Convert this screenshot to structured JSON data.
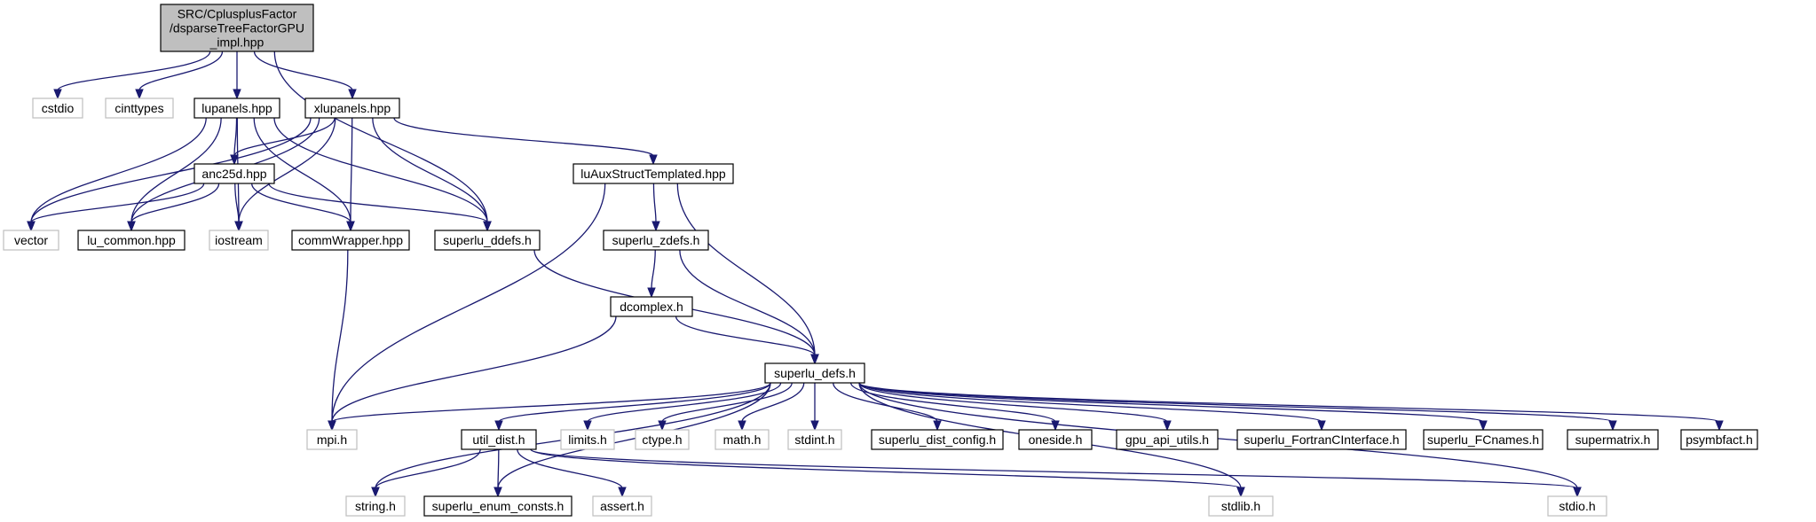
{
  "colors": {
    "edge": "#191970",
    "root_fill": "#bfbfbf",
    "node_border": "#000000",
    "system_border": "#bfbfbf"
  },
  "nodes": [
    {
      "id": "root",
      "lines": [
        "SRC/CplusplusFactor",
        "/dsparseTreeFactorGPU",
        "_impl.hpp"
      ],
      "kind": "root"
    },
    {
      "id": "cstdio",
      "lines": [
        "cstdio"
      ],
      "kind": "system"
    },
    {
      "id": "cinttypes",
      "lines": [
        "cinttypes"
      ],
      "kind": "system"
    },
    {
      "id": "lupanels",
      "lines": [
        "lupanels.hpp"
      ],
      "kind": "file"
    },
    {
      "id": "xlupanels",
      "lines": [
        "xlupanels.hpp"
      ],
      "kind": "file"
    },
    {
      "id": "luaux",
      "lines": [
        "luAuxStructTemplated.hpp"
      ],
      "kind": "file"
    },
    {
      "id": "anc25d",
      "lines": [
        "anc25d.hpp"
      ],
      "kind": "file"
    },
    {
      "id": "vector",
      "lines": [
        "vector"
      ],
      "kind": "system"
    },
    {
      "id": "lu_common",
      "lines": [
        "lu_common.hpp"
      ],
      "kind": "file"
    },
    {
      "id": "iostream",
      "lines": [
        "iostream"
      ],
      "kind": "system"
    },
    {
      "id": "commwrapper",
      "lines": [
        "commWrapper.hpp"
      ],
      "kind": "file"
    },
    {
      "id": "superlu_ddefs",
      "lines": [
        "superlu_ddefs.h"
      ],
      "kind": "file"
    },
    {
      "id": "superlu_zdefs",
      "lines": [
        "superlu_zdefs.h"
      ],
      "kind": "file"
    },
    {
      "id": "dcomplex",
      "lines": [
        "dcomplex.h"
      ],
      "kind": "file"
    },
    {
      "id": "superlu_defs",
      "lines": [
        "superlu_defs.h"
      ],
      "kind": "file"
    },
    {
      "id": "mpi",
      "lines": [
        "mpi.h"
      ],
      "kind": "system"
    },
    {
      "id": "limits",
      "lines": [
        "limits.h"
      ],
      "kind": "system"
    },
    {
      "id": "ctype",
      "lines": [
        "ctype.h"
      ],
      "kind": "system"
    },
    {
      "id": "math",
      "lines": [
        "math.h"
      ],
      "kind": "system"
    },
    {
      "id": "stdint",
      "lines": [
        "stdint.h"
      ],
      "kind": "system"
    },
    {
      "id": "dist_config",
      "lines": [
        "superlu_dist_config.h"
      ],
      "kind": "file"
    },
    {
      "id": "oneside",
      "lines": [
        "oneside.h"
      ],
      "kind": "file"
    },
    {
      "id": "gpu_api",
      "lines": [
        "gpu_api_utils.h"
      ],
      "kind": "file"
    },
    {
      "id": "fortran",
      "lines": [
        "superlu_FortranCInterface.h"
      ],
      "kind": "file"
    },
    {
      "id": "fcnames",
      "lines": [
        "superlu_FCnames.h"
      ],
      "kind": "file"
    },
    {
      "id": "supermatrix",
      "lines": [
        "supermatrix.h"
      ],
      "kind": "file"
    },
    {
      "id": "psymbfact",
      "lines": [
        "psymbfact.h"
      ],
      "kind": "file"
    },
    {
      "id": "util_dist",
      "lines": [
        "util_dist.h"
      ],
      "kind": "file"
    },
    {
      "id": "string",
      "lines": [
        "string.h"
      ],
      "kind": "system"
    },
    {
      "id": "enum_consts",
      "lines": [
        "superlu_enum_consts.h"
      ],
      "kind": "file"
    },
    {
      "id": "assert",
      "lines": [
        "assert.h"
      ],
      "kind": "system"
    },
    {
      "id": "stdlib",
      "lines": [
        "stdlib.h"
      ],
      "kind": "system"
    },
    {
      "id": "stdio",
      "lines": [
        "stdio.h"
      ],
      "kind": "system"
    }
  ],
  "edges": [
    [
      "root",
      "cstdio"
    ],
    [
      "root",
      "cinttypes"
    ],
    [
      "root",
      "lupanels"
    ],
    [
      "root",
      "xlupanels"
    ],
    [
      "root",
      "superlu_ddefs"
    ],
    [
      "lupanels",
      "vector"
    ],
    [
      "lupanels",
      "lu_common"
    ],
    [
      "lupanels",
      "anc25d"
    ],
    [
      "lupanels",
      "iostream"
    ],
    [
      "lupanels",
      "commwrapper"
    ],
    [
      "lupanels",
      "superlu_ddefs"
    ],
    [
      "xlupanels",
      "vector"
    ],
    [
      "xlupanels",
      "lu_common"
    ],
    [
      "xlupanels",
      "anc25d"
    ],
    [
      "xlupanels",
      "iostream"
    ],
    [
      "xlupanels",
      "commwrapper"
    ],
    [
      "xlupanels",
      "superlu_ddefs"
    ],
    [
      "xlupanels",
      "luaux"
    ],
    [
      "anc25d",
      "vector"
    ],
    [
      "anc25d",
      "lu_common"
    ],
    [
      "anc25d",
      "iostream"
    ],
    [
      "anc25d",
      "commwrapper"
    ],
    [
      "anc25d",
      "superlu_ddefs"
    ],
    [
      "commwrapper",
      "mpi"
    ],
    [
      "superlu_ddefs",
      "superlu_defs"
    ],
    [
      "luaux",
      "superlu_zdefs"
    ],
    [
      "luaux",
      "superlu_defs"
    ],
    [
      "luaux",
      "mpi"
    ],
    [
      "superlu_zdefs",
      "dcomplex"
    ],
    [
      "superlu_zdefs",
      "superlu_defs"
    ],
    [
      "dcomplex",
      "superlu_defs"
    ],
    [
      "dcomplex",
      "mpi"
    ],
    [
      "superlu_defs",
      "mpi"
    ],
    [
      "superlu_defs",
      "limits"
    ],
    [
      "superlu_defs",
      "ctype"
    ],
    [
      "superlu_defs",
      "math"
    ],
    [
      "superlu_defs",
      "stdint"
    ],
    [
      "superlu_defs",
      "dist_config"
    ],
    [
      "superlu_defs",
      "oneside"
    ],
    [
      "superlu_defs",
      "gpu_api"
    ],
    [
      "superlu_defs",
      "fortran"
    ],
    [
      "superlu_defs",
      "fcnames"
    ],
    [
      "superlu_defs",
      "supermatrix"
    ],
    [
      "superlu_defs",
      "psymbfact"
    ],
    [
      "superlu_defs",
      "util_dist"
    ],
    [
      "superlu_defs",
      "string"
    ],
    [
      "superlu_defs",
      "enum_consts"
    ],
    [
      "superlu_defs",
      "stdlib"
    ],
    [
      "superlu_defs",
      "stdio"
    ],
    [
      "util_dist",
      "string"
    ],
    [
      "util_dist",
      "enum_consts"
    ],
    [
      "util_dist",
      "assert"
    ],
    [
      "util_dist",
      "stdlib"
    ],
    [
      "util_dist",
      "stdio"
    ]
  ]
}
